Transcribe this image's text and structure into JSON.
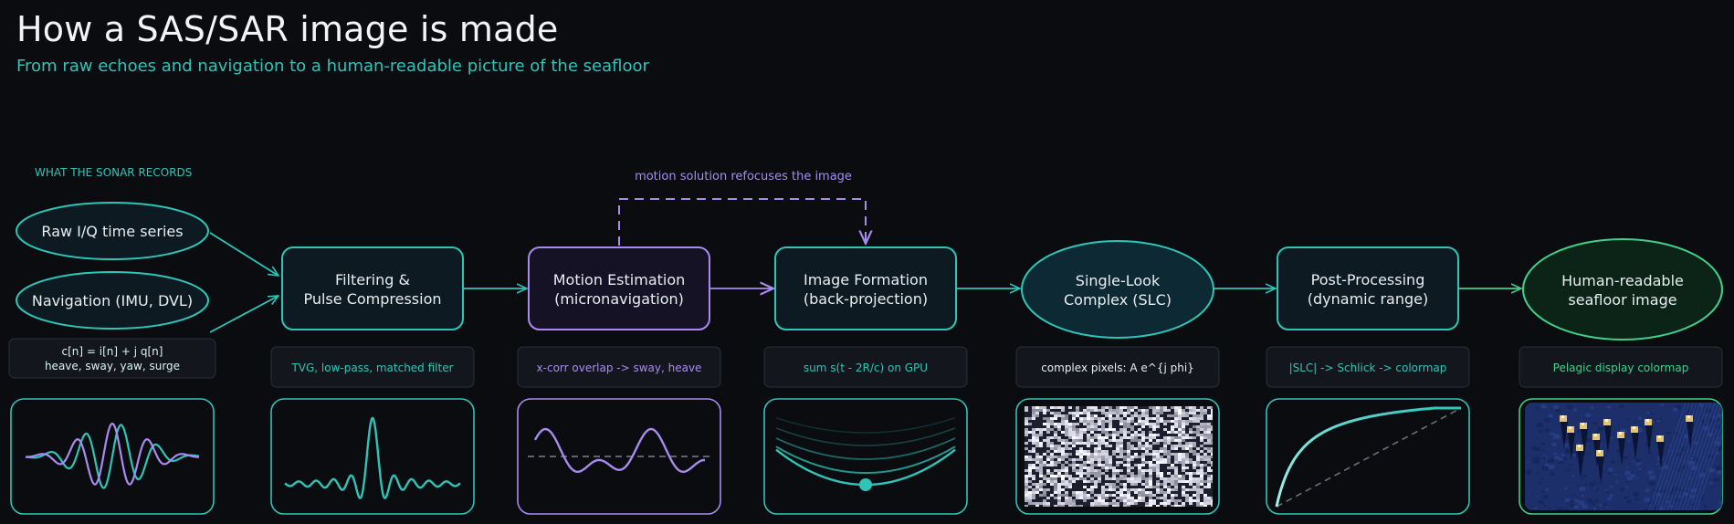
{
  "title": "How a SAS/SAR image is made",
  "subtitle": "From raw echoes and navigation to a human-readable picture of the seafloor",
  "colors": {
    "background": "#0b0c10",
    "teal": "#2fc4b8",
    "purple": "#a98bf0",
    "green": "#3fd08a",
    "node_fill": "#0d1a22",
    "caption_fill": "#13171d"
  },
  "inputs": {
    "header": "WHAT THE SONAR RECORDS",
    "raw_iq": "Raw I/Q time series",
    "navigation": "Navigation (IMU, DVL)",
    "caption_line1": "c[n] = i[n] + j q[n]",
    "caption_line2": "heave, sway, yaw, surge"
  },
  "feedback_label": "motion solution refocuses the image",
  "stages": {
    "filtering": {
      "line1": "Filtering &",
      "line2": "Pulse Compression",
      "caption": "TVG, low-pass, matched filter"
    },
    "motion": {
      "line1": "Motion Estimation",
      "line2": "(micronavigation)",
      "caption": "x-corr overlap -> sway, heave"
    },
    "formation": {
      "line1": "Image Formation",
      "line2": "(back-projection)",
      "caption": "sum s(t - 2R/c)  on GPU"
    },
    "slc": {
      "line1": "Single-Look",
      "line2": "Complex (SLC)",
      "caption": "complex pixels:  A e^{j phi}"
    },
    "post": {
      "line1": "Post-Processing",
      "line2": "(dynamic range)",
      "caption": "|SLC| -> Schlick -> colormap"
    },
    "output": {
      "line1": "Human-readable",
      "line2": "seafloor image",
      "caption": "Pelagic display colormap"
    }
  }
}
